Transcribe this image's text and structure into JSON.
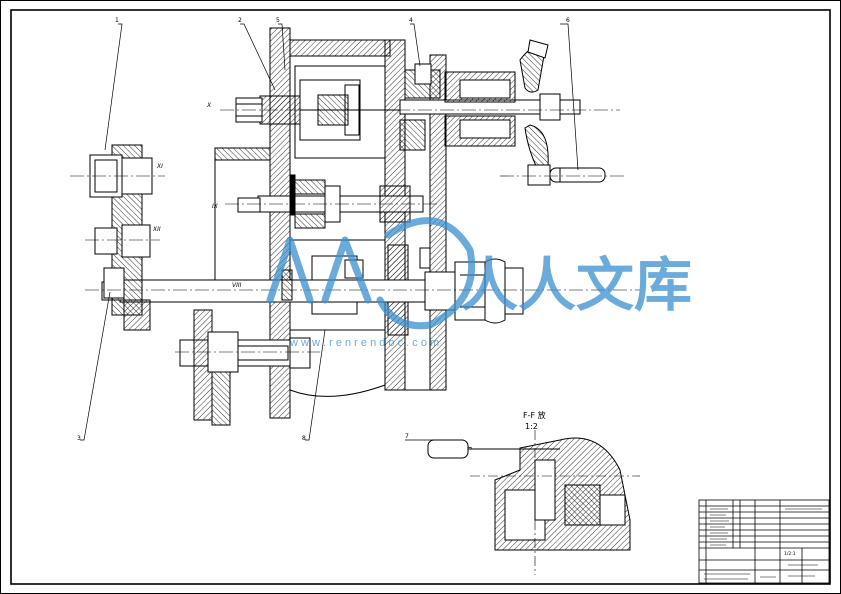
{
  "drawing": {
    "balloons": [
      "1",
      "2",
      "3",
      "4",
      "5",
      "6",
      "7",
      "8"
    ],
    "shaft_labels": {
      "x": "X",
      "xi": "XI",
      "xii": "XII",
      "ix": "IX",
      "viii": "VIII"
    },
    "section_title": "F-F 放",
    "section_scale": "1:2",
    "section_scale_display": "1/2:1"
  },
  "watermark": {
    "text": "人人文库",
    "url": "w w w . r e n r e n d o c . c o m",
    "color": "#3a8fd0"
  },
  "colors": {
    "line": "#000000",
    "paper": "#ffffff"
  }
}
